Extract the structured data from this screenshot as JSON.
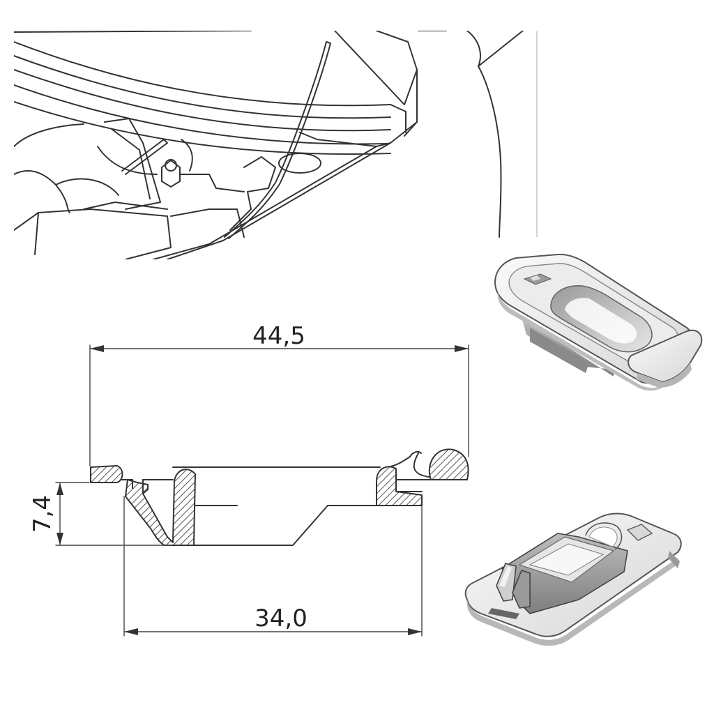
{
  "drawing": {
    "dimensions": {
      "overall_width": "44,5",
      "height": "7,4",
      "base_width": "34,0"
    },
    "colors": {
      "line": "#333333",
      "hatch": "#555555",
      "render_light": "#f2f2f2",
      "render_mid": "#cfcfcf",
      "render_dark": "#8a8a8a"
    },
    "views": [
      "installation-detail-view",
      "cross-section-view",
      "clip-render-top",
      "clip-render-bottom"
    ]
  }
}
